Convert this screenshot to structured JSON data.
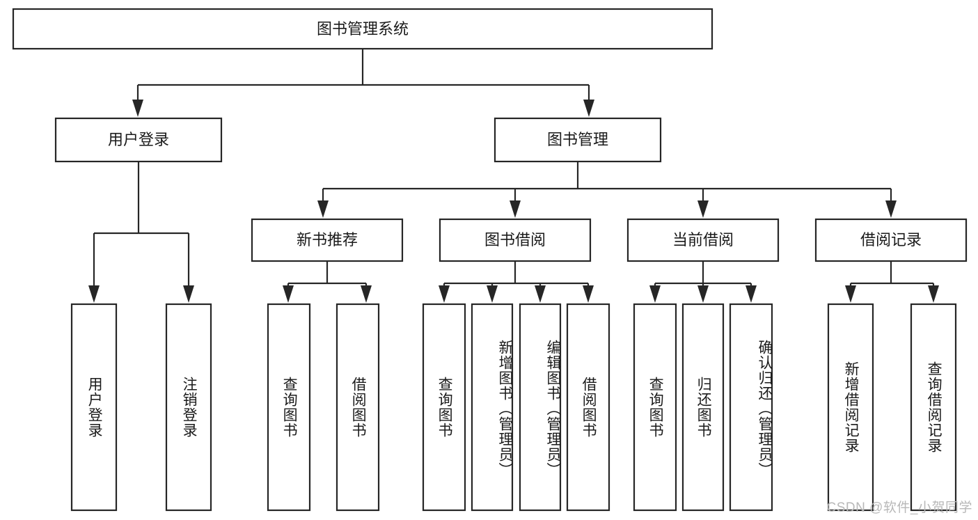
{
  "diagram": {
    "title": "图书管理系统",
    "watermark": "CSDN @软件_小贺同学",
    "root": {
      "label": "图书管理系统"
    },
    "level2": [
      {
        "label": "用户登录"
      },
      {
        "label": "图书管理"
      }
    ],
    "level3": [
      {
        "label": "新书推荐"
      },
      {
        "label": "图书借阅"
      },
      {
        "label": "当前借阅"
      },
      {
        "label": "借阅记录"
      }
    ],
    "leaves": {
      "user_login": [
        {
          "label": "用户登录"
        },
        {
          "label": "注销登录"
        }
      ],
      "new_book_recommend": [
        {
          "label": "查询图书"
        },
        {
          "label": "借阅图书"
        }
      ],
      "book_borrow": [
        {
          "label": "查询图书"
        },
        {
          "label": "新增图书（管理员）"
        },
        {
          "label": "编辑图书（管理员）"
        },
        {
          "label": "借阅图书"
        }
      ],
      "current_borrow": [
        {
          "label": "查询图书"
        },
        {
          "label": "归还图书"
        },
        {
          "label": "确认归还（管理员）"
        }
      ],
      "borrow_record": [
        {
          "label": "新增借阅记录"
        },
        {
          "label": "查询借阅记录"
        }
      ]
    },
    "colors": {
      "stroke": "#262626",
      "fill": "#ffffff",
      "text": "#1a1a1a",
      "watermark": "#b8b8b8"
    }
  }
}
